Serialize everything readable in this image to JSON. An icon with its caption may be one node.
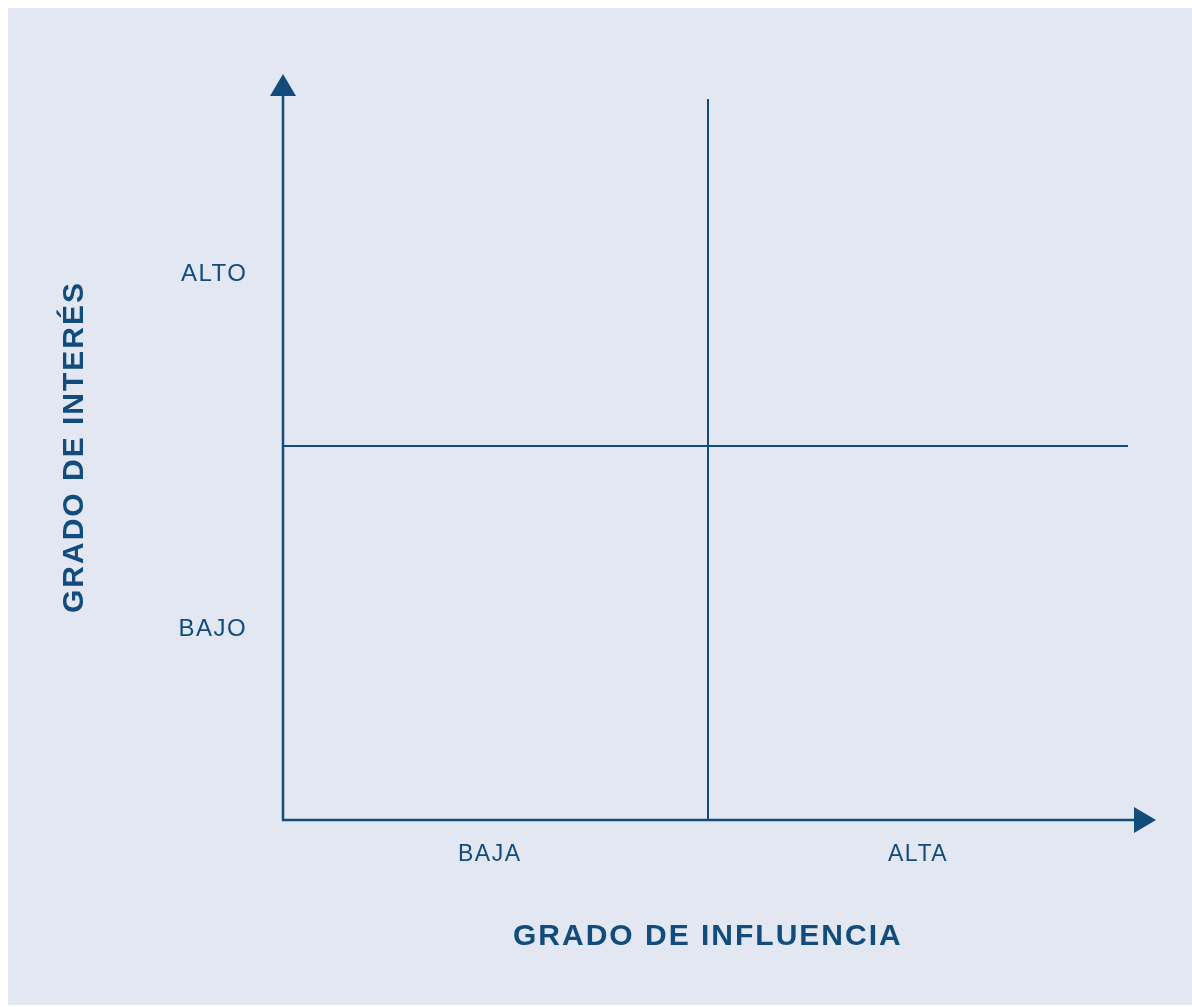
{
  "diagram": {
    "labels": [
      "GRADO DE INTERÉS",
      "ALTO",
      "BAJO",
      "BAJA",
      "ALTA",
      "GRADO DE INFLUENCIA"
    ]
  }
}
